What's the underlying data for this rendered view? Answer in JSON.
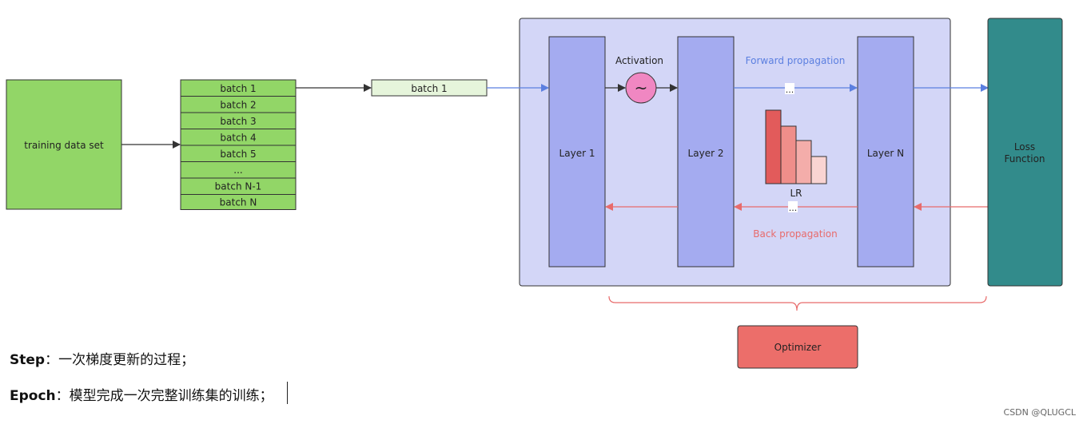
{
  "training": {
    "label": "training data set"
  },
  "batches": [
    "batch 1",
    "batch 2",
    "batch 3",
    "batch 4",
    "batch 5",
    "...",
    "batch N-1",
    "batch N"
  ],
  "current_batch": "batch 1",
  "layers": {
    "layer1": "Layer 1",
    "layer2": "Layer 2",
    "layerN": "Layer N"
  },
  "activation": {
    "label": "Activation",
    "symbol": "~"
  },
  "forward": {
    "label": "Forward propagation",
    "ellipsis": "..."
  },
  "backward": {
    "label": "Back propagation",
    "ellipsis": "..."
  },
  "lr": {
    "label": "LR",
    "bar_levels": [
      1.0,
      0.75,
      0.55,
      0.35
    ]
  },
  "loss": {
    "line1": "Loss",
    "line2": "Function"
  },
  "optimizer": {
    "label": "Optimizer"
  },
  "notes": {
    "step_term": "Step",
    "step_desc": "：一次梯度更新的过程；",
    "epoch_term": "Epoch",
    "epoch_desc": "：模型完成一次完整训练集的训练；"
  },
  "watermark": "CSDN @QLUGCL",
  "colors": {
    "green": "#92d667",
    "light_green": "#e6f5db",
    "panel": "#d3d6f7",
    "layer": "#a4abf0",
    "teal": "#328b8b",
    "forward": "#5b7fe0",
    "backward": "#e86b6b",
    "optimizer": "#ec6e6a",
    "activation": "#f087c2"
  }
}
